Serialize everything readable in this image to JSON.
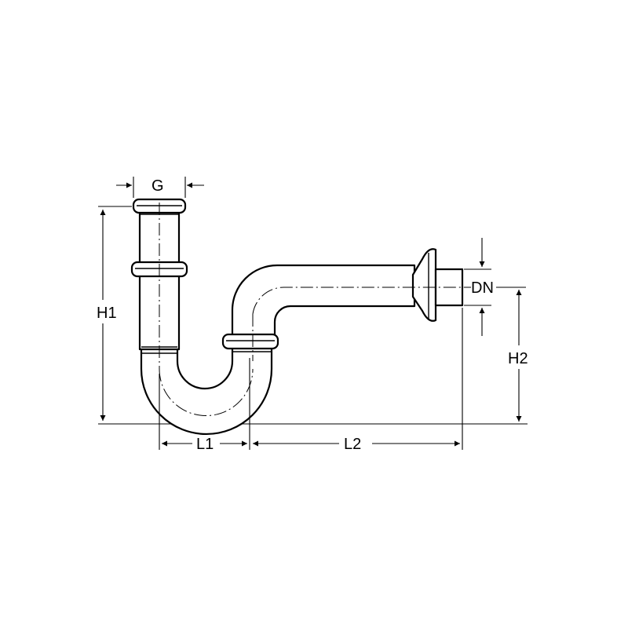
{
  "labels": {
    "g": "G",
    "h1": "H1",
    "h2": "H2",
    "l1": "L1",
    "l2": "L2",
    "dn": "DN"
  }
}
